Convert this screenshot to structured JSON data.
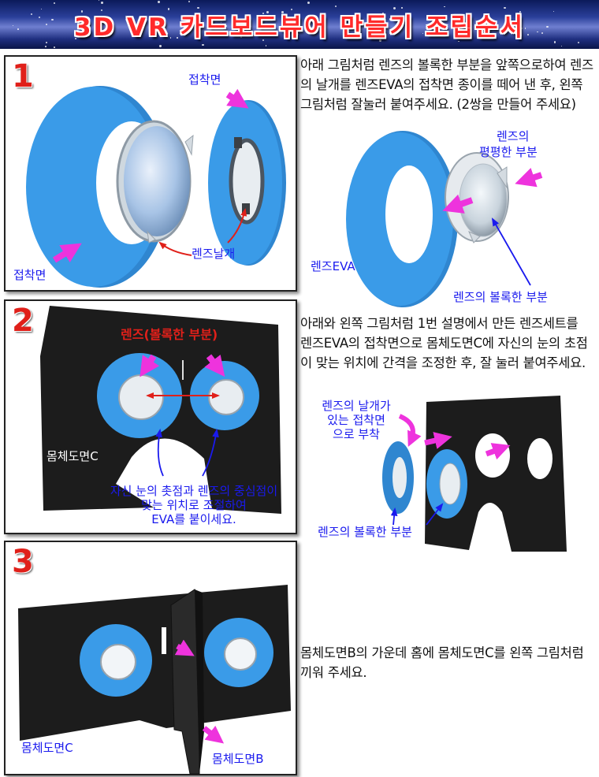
{
  "header": {
    "title": "3D VR 카드보드뷰어 만들기 조립순서"
  },
  "colors": {
    "eva_blue": "#3a9be8",
    "arrow_magenta": "#ee33dd",
    "label_blue": "#1a1aee",
    "step_red": "#e0201a",
    "board_black": "#1c1c1c"
  },
  "steps": [
    {
      "number": "1",
      "description": "아래 그림처럼 렌즈의 볼록한 부분을 앞쪽으로하여 렌즈의 날개를 렌즈EVA의 접착면 종이를 떼어 낸 후, 왼쪽 그림처럼 잘눌러 붙여주세요. (2쌍을 만들어 주세요)",
      "labels": {
        "adhesive_top": "접착면",
        "adhesive_bottom": "접착면",
        "lens_wing": "렌즈날개",
        "lens_flat_1": "렌즈의",
        "lens_flat_2": "평평한 부분",
        "lens_eva": "렌즈EVA",
        "lens_convex": "렌즈의 볼록한 부분"
      }
    },
    {
      "number": "2",
      "description": "아래와 왼쪽 그림처럼 1번 설명에서 만든 렌즈세트를 렌즈EVA의 접착면으로 몸체도면C에 자신의 눈의 초점이 맞는 위치에 간격을 조정한 후, 잘 눌러 붙여주세요.",
      "labels": {
        "lens_convex_title": "렌즈(볼록한 부분)",
        "body_c": "몸체도면C",
        "focus_1": "자신 눈의 촛점과 렌즈의 중심점이",
        "focus_2": "맞는 위치로 조절하여",
        "focus_3": "EVA를 붙이세요.",
        "wing_attach_1": "렌즈의 날개가",
        "wing_attach_2": "있는 접착면",
        "wing_attach_3": "으로 부착",
        "lens_convex": "렌즈의 볼록한 부분"
      }
    },
    {
      "number": "3",
      "description": "몸체도면B의 가운데 홈에 몸체도면C를 왼쪽 그림처럼 끼워 주세요.",
      "labels": {
        "body_c": "몸체도면C",
        "body_b": "몸체도면B"
      }
    }
  ]
}
